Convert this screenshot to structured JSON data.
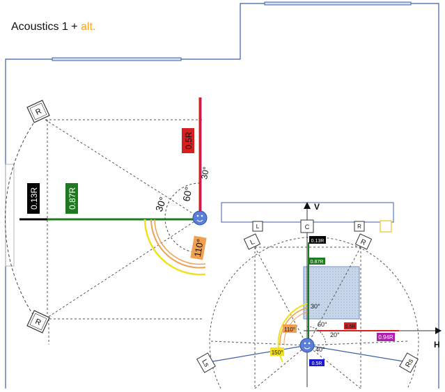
{
  "title": {
    "main": "Acoustics 1 + ",
    "alt": "alt."
  },
  "colors": {
    "wall": "#3b5fa8",
    "green": "#1f7a1f",
    "red": "#d61f1f",
    "magenta": "#b01fb0",
    "orange": "#f0a050",
    "yellow": "#f0e020",
    "blue": "#1a1ad0",
    "listener": "#5b7fd8"
  },
  "left": {
    "speaker_top": "R",
    "speaker_bottom": "R",
    "label_013": "0.13R",
    "label_087": "0.87R",
    "label_05": "0.5R",
    "angle_30": "30°",
    "angle_60": "60°",
    "angle_110": "110°",
    "angle_partial": "30°"
  },
  "right": {
    "axis_v": "V",
    "axis_h": "H",
    "spk_c": "C",
    "spk_l": "L",
    "spk_r": "R",
    "spk_ls": "Ls",
    "spk_rs": "Rs",
    "label_013": "0.13R",
    "label_087": "0.87R",
    "label_05": "0.5R",
    "label_094": "0.94R",
    "label_blue": "0.5R",
    "a30": "30°",
    "a60": "60°",
    "a110": "110°",
    "a20": "20°",
    "a40": "40°",
    "a150": "150°"
  }
}
